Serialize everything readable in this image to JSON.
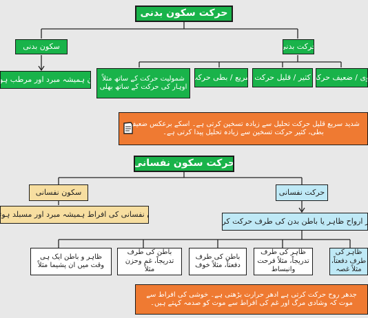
{
  "section1": {
    "title": "حرکت سکون بدنی",
    "left_branch": "سکون بدنی",
    "left_leaf": "سکون ہمیشہ مبرد اور مرطب ہوتا ہے",
    "right_branch": "حرکت بدنی",
    "leaves": [
      "قوی / ضعیف حرکت",
      "کثیر / قلیل حرکت",
      "سریع / بطی حرکت",
      "شمولیت حرکت کے ساتھ مثلاً اوہار کی حرکت کے ساتھ بھلی"
    ],
    "note": "شدید سریع قلیل حرکت تحلیل سے زیادہ تسخین کرتی ہے۔ اسکے برعکس ضعیف، بطی، کثیر حرکت تسخین سے زیادہ تحلیل پیدا کرتی ہے۔"
  },
  "section2": {
    "title": "حرکت سکون نفسانی",
    "left_branch": "سکون نفسانی",
    "left_leaf": "سکون نفسانی کی افراط ہمیشہ مبرد اور مسبلد ہوتی ہے",
    "right_branch": "حرکت نفسانی",
    "right_leaf": "روح اور ارواح ظاہر یا باطن بدن کی طرف حرکت کرتے ہیں",
    "leaves": [
      "ظاہر کی طرف دفعتاً، مثلاً غصہ",
      "ظاہر کی طرف تدریجاً، مثلاً فرحت وانبساط",
      "باطن کی طرف دفعتاً، مثلاً خوف",
      "باطن کی طرف تدریجاً، غم وحزن مثلاً",
      "ظاہر و باطن ایک ہی وقت میں ان پشیما مثلاً"
    ],
    "note": "جدھر روح حرکت کرتی ہے ادھر حرارت بڑھتی ہے۔ خوشی کی افراط سے موت کہ وشادی مرگ اور غم کی افراط سے موت کو صدمہ کہتے ہیں۔"
  }
}
